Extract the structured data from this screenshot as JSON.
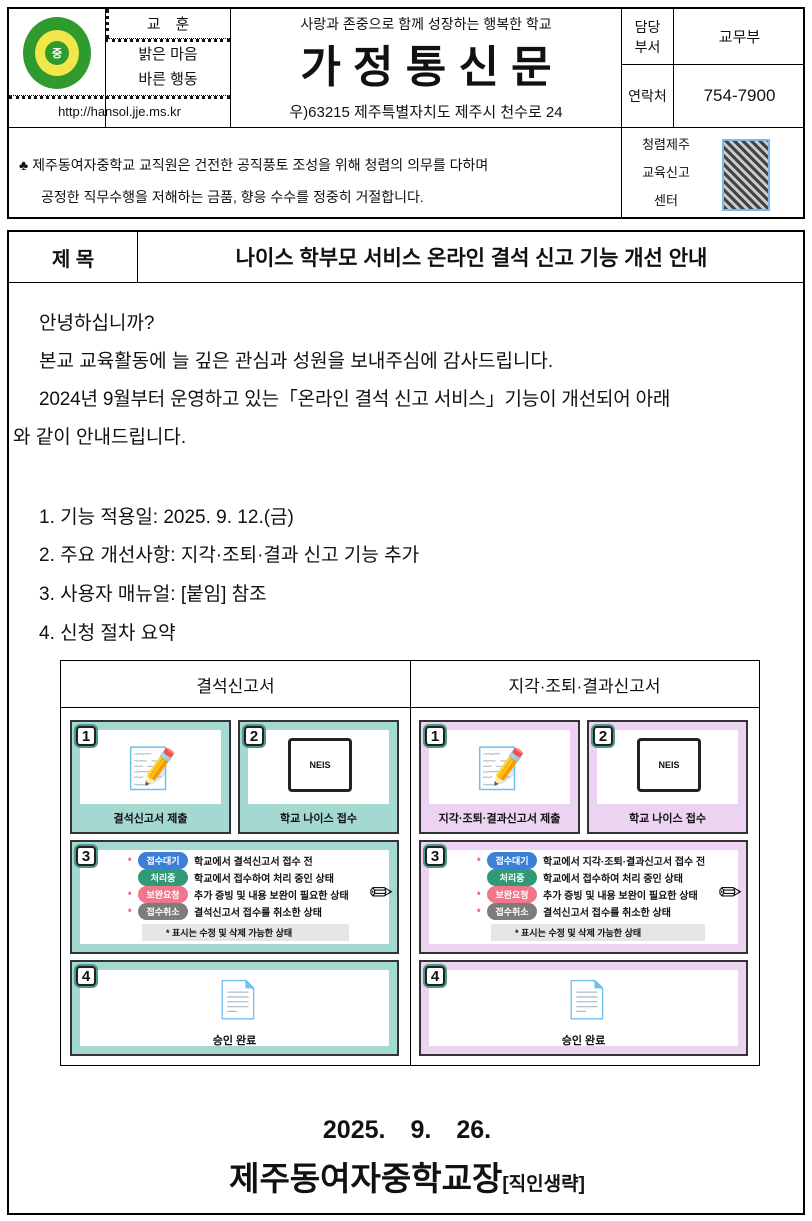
{
  "header": {
    "motto_label": "교　훈",
    "motto": [
      "밝은 마음",
      "바른 행동"
    ],
    "url": "http://hansol.jje.ms.kr",
    "slogan": "사랑과 존중으로 함께 성장하는 행복한 학교",
    "title": "가 정 통 신 문",
    "address": "우)63215 제주특별자치도 제주시 천수로 24",
    "dept_label": "담당부서",
    "dept": "교무부",
    "contact_label": "연락처",
    "contact": "754-7900",
    "integrity_text": [
      "제주동여자중학교 교직원은 건전한 공직풍토 조성을 위해 청렴의 의무를 다하며",
      "공정한 직무수행을 저해하는 금품, 향응 수수를 정중히 거절합니다."
    ],
    "report_center": [
      "청렴제주",
      "교육신고",
      "센터"
    ],
    "logo_text": "중"
  },
  "subject": {
    "label": "제 목",
    "title": "나이스 학부모 서비스 온라인 결석 신고 기능 개선 안내"
  },
  "body": {
    "lines": [
      "안녕하십니까?",
      "본교 교육활동에 늘 깊은 관심과 성원을 보내주심에 감사드립니다.",
      "2024년 9월부터 운영하고 있는「온라인 결석 신고 서비스」기능이 개선되어 아래",
      "와 같이 안내드립니다."
    ],
    "items": [
      "1. 기능 적용일: 2025. 9. 12.(금)",
      "2. 주요 개선사항: 지각·조퇴·결과 신고 기능 추가",
      "3. 사용자 매뉴얼: [붙임] 참조",
      "4. 신청 절차 요약"
    ]
  },
  "diagram": {
    "columns": [
      {
        "header": "결석신고서",
        "step1": "결석신고서 제출",
        "step2": "학교 나이스 접수",
        "status_desc0": "학교에서 결석신고서 접수 전",
        "step4": "승인 완료",
        "color": "#a3d9d1"
      },
      {
        "header": "지각·조퇴·결과신고서",
        "step1": "지각·조퇴·결과신고서 제출",
        "step2": "학교 나이스 접수",
        "status_desc0": "학교에서 지각·조퇴·결과신고서 접수 전",
        "step4": "승인 완료",
        "color": "#ecd3f2"
      }
    ],
    "statuses": [
      {
        "label": "접수대기",
        "color": "#3b7fd6",
        "star": true
      },
      {
        "label": "처리중",
        "color": "#2f9a75",
        "star": false,
        "desc": "학교에서 접수하여 처리 중인 상태"
      },
      {
        "label": "보완요청",
        "color": "#f0768c",
        "star": true,
        "desc": "추가 증빙 및 내용 보완이 필요한 상태"
      },
      {
        "label": "접수취소",
        "color": "#7d7d7d",
        "star": true,
        "desc": "결석신고서 접수를 취소한 상태"
      }
    ],
    "star_symbol": "*",
    "note": "* 표시는 수정 및 삭제 가능한 상태",
    "neis": "NEIS"
  },
  "footer": {
    "date": "2025.　9.　26.",
    "signer": "제주동여자중학교장",
    "seal_note": "[직인생략]"
  }
}
